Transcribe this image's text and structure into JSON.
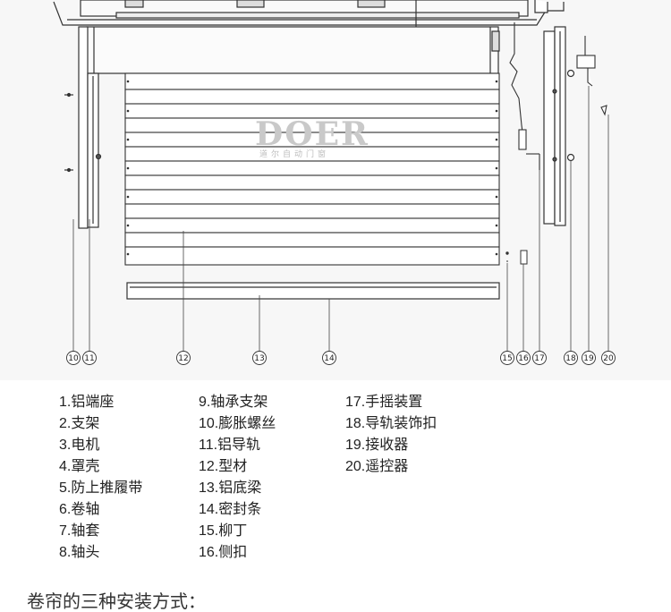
{
  "watermark": {
    "brand": "DOER",
    "tagline": "道尔自动门窗"
  },
  "callouts": [
    "10",
    "11",
    "12",
    "13",
    "14",
    "15",
    "16",
    "17",
    "18",
    "19",
    "20"
  ],
  "legend": {
    "col1": [
      "1.铝端座",
      "2.支架",
      "3.电机",
      "4.罩壳",
      "5.防上推履带",
      "6.卷轴",
      "7.轴套",
      "8.轴头"
    ],
    "col2": [
      "9.轴承支架",
      "10.膨胀螺丝",
      "11.铝导轨",
      "12.型材",
      "13.铝底梁",
      "14.密封条",
      "15.柳丁",
      "16.侧扣"
    ],
    "col3": [
      "17.手摇装置",
      "18.导轨装饰扣",
      "19.接收器",
      "20.遥控器"
    ]
  },
  "section_heading": "卷帘的三种安装方式："
}
